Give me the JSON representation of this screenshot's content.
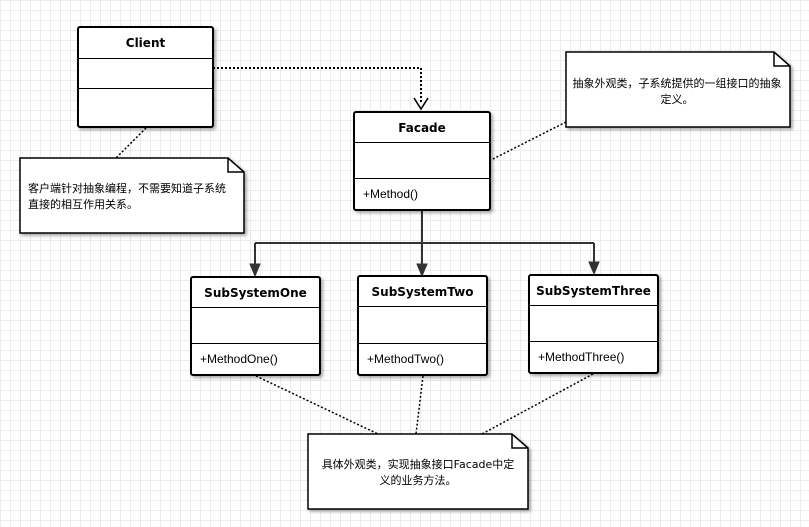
{
  "classes": {
    "client": {
      "name": "Client"
    },
    "facade": {
      "name": "Facade",
      "method": "+Method()"
    },
    "subsystem_one": {
      "name": "SubSystemOne",
      "method": "+MethodOne()"
    },
    "subsystem_two": {
      "name": "SubSystemTwo",
      "method": "+MethodTwo()"
    },
    "subsystem_three": {
      "name": "SubSystemThree",
      "method": "+MethodThree()"
    }
  },
  "notes": {
    "client_note": "客户端针对抽象编程，不需要知道子系统直接的相互作用关系。",
    "facade_note": "抽象外观类，子系统提供的一组接口的抽象定义。",
    "subsystem_note": "具体外观类，实现抽象接口Facade中定义的业务方法。"
  },
  "colors": {
    "line": "#000000",
    "box_fill": "#ffffff",
    "grid": "#ececec"
  }
}
